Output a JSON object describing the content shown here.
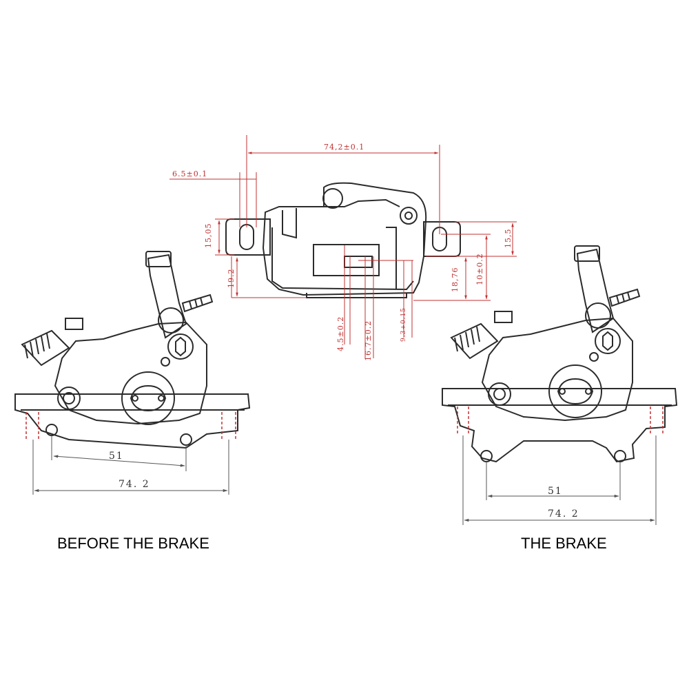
{
  "captions": {
    "before": "BEFORE THE BRAKE",
    "after": "THE BRAKE"
  },
  "top_view": {
    "width_overall": "74,2±0.1",
    "hole_width": "6.5±0.1",
    "left_ear_height": "15,05",
    "left_offset": "19.2",
    "right_ear_height": "15,5",
    "right_offset_a": "18,76",
    "right_offset_b": "10±0.2",
    "bottom_a": "4.5±0.2",
    "bottom_b": "16.7±0.2",
    "bottom_c": "9.3+0.15"
  },
  "before_view": {
    "hole_spacing": "51",
    "overall_width": "74. 2"
  },
  "after_view": {
    "hole_spacing": "51",
    "overall_width": "74. 2"
  },
  "colors": {
    "outline": "#2b2b2b",
    "dimension_red": "#c03030",
    "dimension_dark": "#555555"
  }
}
